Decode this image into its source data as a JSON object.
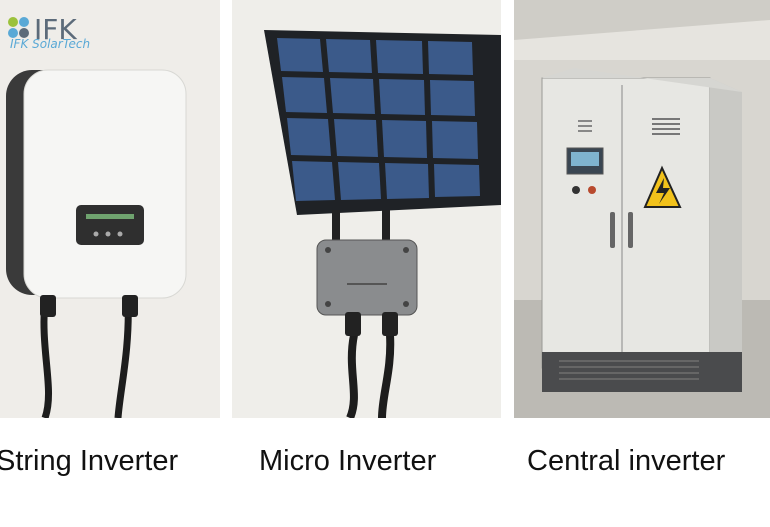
{
  "logo": {
    "mark": "IFK",
    "tagline": "IFK SolarTech",
    "colors": {
      "blue": "#5aa9d6",
      "green": "#9cc23c",
      "slate": "#5c6b7a"
    }
  },
  "panels": [
    {
      "label": "String Inverter",
      "icon": "string-inverter-illustration"
    },
    {
      "label": "Micro Inverter",
      "icon": "micro-inverter-illustration"
    },
    {
      "label": "Central inverter",
      "icon": "central-inverter-illustration"
    }
  ]
}
